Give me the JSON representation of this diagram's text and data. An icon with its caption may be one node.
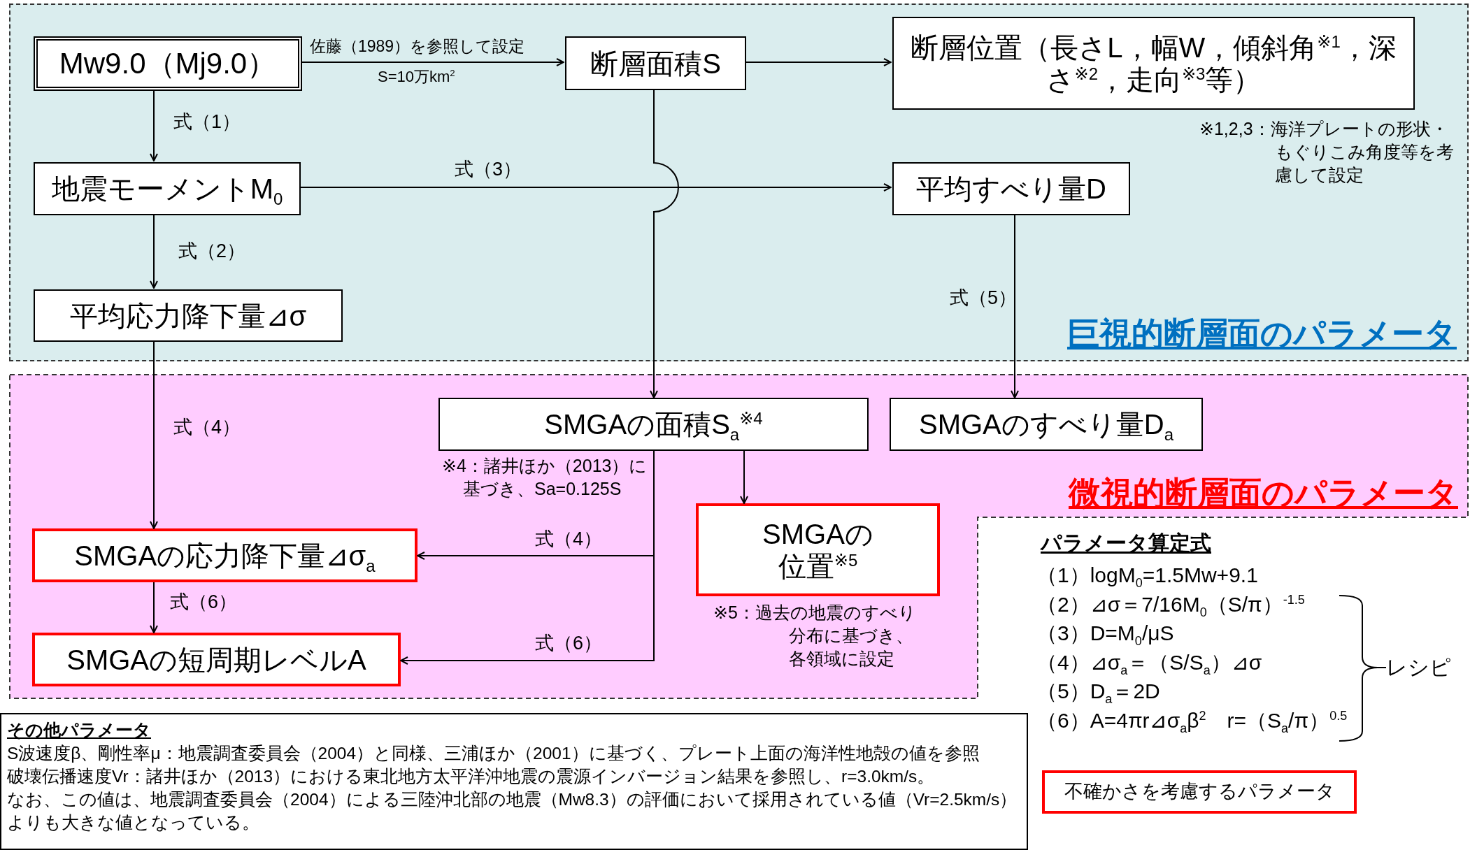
{
  "diagram": {
    "nodes": [
      {
        "text": [
          "巨視的断層面のパラメータ"
        ]
      },
      {
        "text": [
          "微視的断層面のパラメータ"
        ]
      },
      {
        "text": [
          "Mw9.0（Mj9.0）"
        ],
        "in": 0
      },
      {
        "text": [
          "断層面積S"
        ],
        "in": 0
      },
      {
        "text": [
          "断層位置（長さL，幅W，傾斜角$^{※1}$，深さ$^{※2}$，走向$^{※3}$等）"
        ],
        "in": 0,
        "beside": [
          "※1,2,3：海洋プレートの形状・もぐりこみ角度等を考慮して設定"
        ]
      },
      {
        "text": [
          "地震モーメントM$_{0}$"
        ],
        "in": 0
      },
      {
        "text": [
          "平均すべり量D"
        ],
        "in": 0
      },
      {
        "text": [
          "平均応力降下量⊿σ"
        ],
        "in": 0
      },
      {
        "text": [
          "SMGAの面積S$_{a}$$^{※4}$"
        ],
        "in": 1,
        "beside": [
          "※4：諸井ほか（2013）に基づき、Sa=0.125S"
        ]
      },
      {
        "text": [
          "SMGAのすべり量D$_{a}$"
        ],
        "in": 1
      },
      {
        "text": [
          "SMGAの位置$^{※5}$"
        ],
        "in": 1,
        "beside": [
          "※5：過去の地震のすべり分布に基づき、各領域に設定"
        ]
      },
      {
        "text": [
          "SMGAの応力降下量⊿σ$_{a}$"
        ],
        "in": 1
      },
      {
        "text": [
          "SMGAの短周期レベルA"
        ],
        "in": 1
      },
      {
        "text": [
          "不確かさを考慮するパラメータ"
        ]
      },
      {
        "text": [
          "その他パラメータ",
          "S波速度β、剛性率μ：地震調査委員会（2004）と同様、三浦ほか（2001）に基づく、プレート上面の海洋性地殻の値を参照",
          "破壊伝播速度Vr：諸井ほか（2013）における東北地方太平洋沖地震の震源インバージョン結果を参照し、r=3.0km/s。",
          "なお、この値は、地震調査委員会（2004）による三陸沖北部の地震（Mw8.3）の評価において採用されている値（Vr=2.5km/s）よりも大きな値となっている。"
        ]
      }
    ],
    "edges": [
      {
        "from": 2,
        "to": 3,
        "arrow": "to",
        "label": "佐藤（1989）を参照して設定"
      },
      {
        "from": 3,
        "to": 4,
        "arrow": "to"
      },
      {
        "from": 2,
        "to": 5,
        "arrow": "to",
        "label": "式（1）"
      },
      {
        "from": 5,
        "to": 6,
        "arrow": "to",
        "label": "式（3）"
      },
      {
        "from": 5,
        "to": 7,
        "arrow": "to",
        "label": "式（2）"
      },
      {
        "from": 3,
        "to": 8,
        "arrow": "to"
      },
      {
        "from": 6,
        "to": 9,
        "arrow": "to",
        "label": "式（5）"
      },
      {
        "from": 7,
        "to": 11,
        "arrow": "to",
        "label": "式（4）"
      },
      {
        "from": 8,
        "to": 10,
        "arrow": "to"
      },
      {
        "from": 8,
        "to": 11,
        "arrow": "to",
        "label": "式（4）"
      },
      {
        "from": 8,
        "to": 12,
        "arrow": "to",
        "label": "式（6）"
      },
      {
        "from": 11,
        "to": 12,
        "arrow": "to",
        "label": "式（6）"
      }
    ],
    "labels": [
      "S=10万km$^{2}$",
      "パラメータ算定式",
      "（1）logM$_{0}$=1.5Mw+9.1",
      "（2）⊿σ＝7/16M$_{0}$（S/π）$^{-1.5}$",
      "（3）D=M$_{0}$/μS",
      "（4）⊿σ$_{a}$＝（S/S$_{a}$）⊿σ",
      "（5）D$_{a}$＝2D",
      "（6）A=4πr⊿σ$_{a}$β$^{2}$　r=（S$_{a}$/π）$^{0.5}$",
      "レシピ"
    ]
  }
}
